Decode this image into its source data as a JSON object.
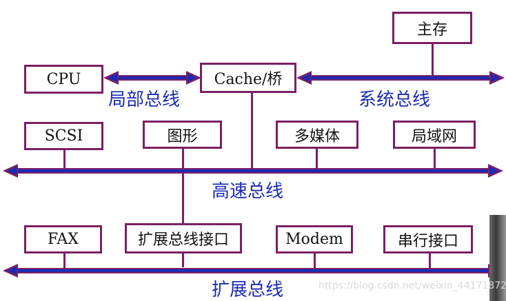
{
  "components": {
    "main_memory": "主存",
    "cpu": "CPU",
    "cache_bridge": "Cache/桥",
    "scsi": "SCSI",
    "graphics": "图形",
    "multimedia": "多媒体",
    "lan": "局域网",
    "fax": "FAX",
    "expansion_bus_interface": "扩展总线接口",
    "modem": "Modem",
    "serial_interface": "串行接口"
  },
  "buses": {
    "local_bus": "局部总线",
    "system_bus": "系统总线",
    "high_speed_bus": "高速总线",
    "expansion_bus": "扩展总线"
  },
  "watermark": "https://blog.csdn.net/weixin_44171872",
  "colors": {
    "bus_fill": "#1b2bb5",
    "wire": "#7a1f63",
    "label": "#1b2bb5"
  }
}
